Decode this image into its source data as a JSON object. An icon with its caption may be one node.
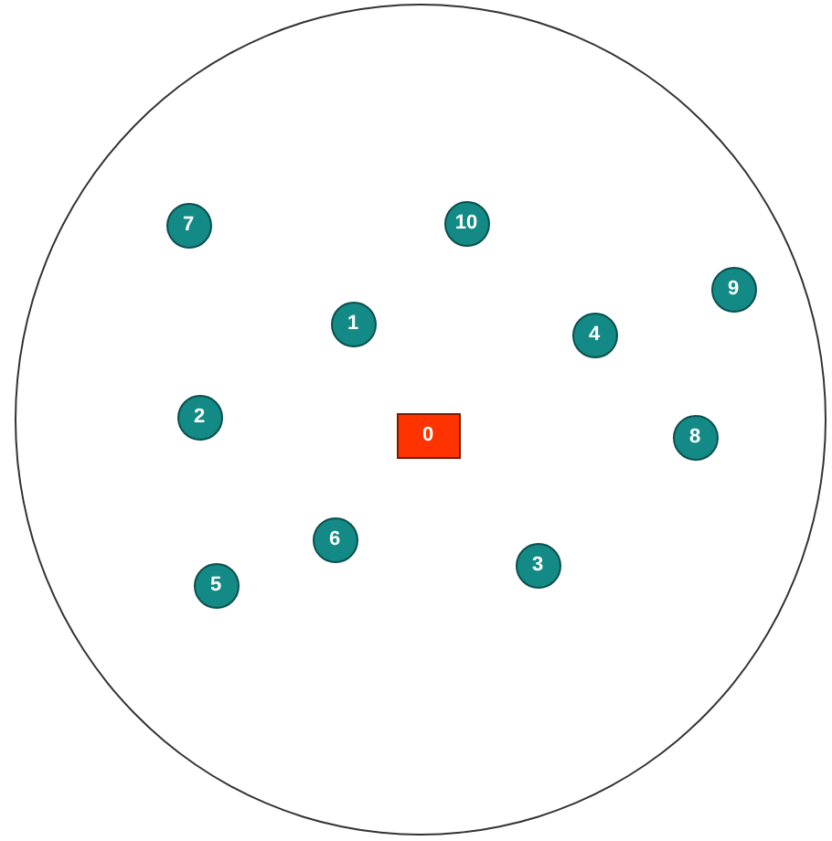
{
  "diagram": {
    "nodes": [
      {
        "text": [],
        "shape": "circle"
      },
      {
        "text": [
          "7"
        ],
        "in": 0
      },
      {
        "text": [
          "10"
        ],
        "in": 0
      },
      {
        "text": [
          "9"
        ],
        "in": 0
      },
      {
        "text": [
          "1"
        ],
        "in": 0
      },
      {
        "text": [
          "4"
        ],
        "in": 0
      },
      {
        "text": [
          "2"
        ],
        "in": 0
      },
      {
        "text": [
          "0"
        ],
        "in": 0
      },
      {
        "text": [
          "8"
        ],
        "in": 0
      },
      {
        "text": [
          "6"
        ],
        "in": 0
      },
      {
        "text": [
          "5"
        ],
        "in": 0
      },
      {
        "text": [
          "3"
        ],
        "in": 0
      }
    ]
  }
}
